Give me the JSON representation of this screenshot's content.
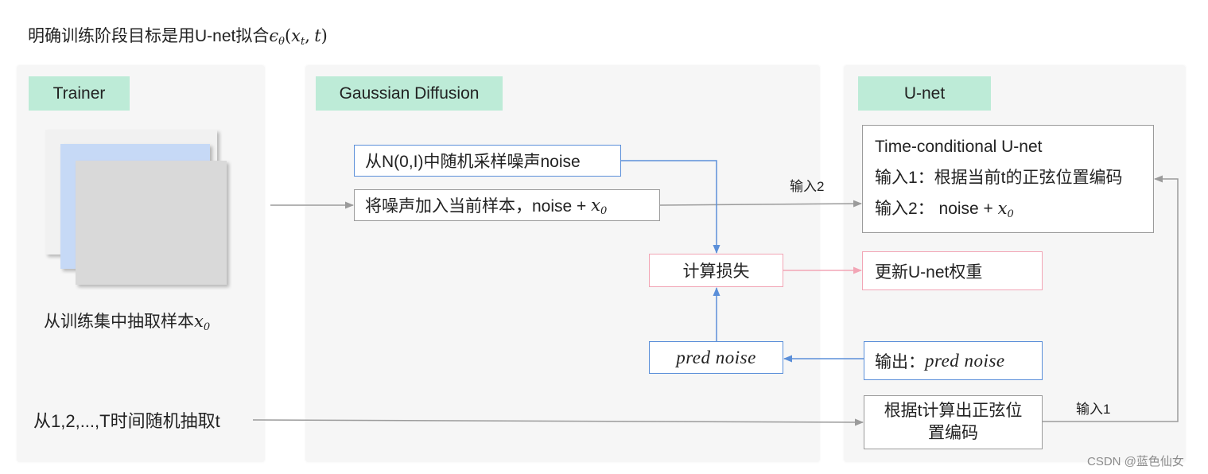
{
  "title": {
    "prefix": "明确训练阶段目标是用U-net拟合",
    "formula": {
      "eps": "ϵ",
      "eps_sub": "θ",
      "open": "(",
      "x": "x",
      "x_sub": "t",
      "comma": ",",
      "t": "t",
      "close": ")"
    }
  },
  "panels": {
    "trainer": {
      "header": "Trainer",
      "sample_label": {
        "text": "从训练集中抽取样本",
        "var": "x",
        "sub": "0"
      },
      "time_label": "从1,2,...,T时间随机抽取t"
    },
    "diffusion": {
      "header": "Gaussian Diffusion",
      "sample_noise": "从N(0,I)中随机采样噪声noise",
      "add_noise": {
        "text": "将噪声加入当前样本，noise + ",
        "var": "x",
        "sub": "0"
      },
      "compute_loss": "计算损失",
      "pred_noise": "pred noise"
    },
    "unet": {
      "header": "U-net",
      "model": {
        "title": "Time-conditional U-net",
        "input1": "输入1：根据当前t的正弦位置编码",
        "input2": {
          "text": "输入2： noise + ",
          "var": "x",
          "sub": "0"
        }
      },
      "update_weights": "更新U-net权重",
      "output": {
        "label": "输出：",
        "value": "pred noise"
      },
      "pos_encoding": {
        "line1": "根据t计算出正弦位",
        "line2": "置编码"
      }
    }
  },
  "edge_labels": {
    "input2": "输入2",
    "input1": "输入1"
  },
  "watermark": "CSDN @蓝色仙女",
  "colors": {
    "panel": "#f6f6f6",
    "header": "#bdebd7",
    "blue": "#5b8fd9",
    "pink": "#f2a5b5",
    "gray": "#9b9b9b",
    "text": "#222222",
    "watermark": "#8c8c8c"
  }
}
